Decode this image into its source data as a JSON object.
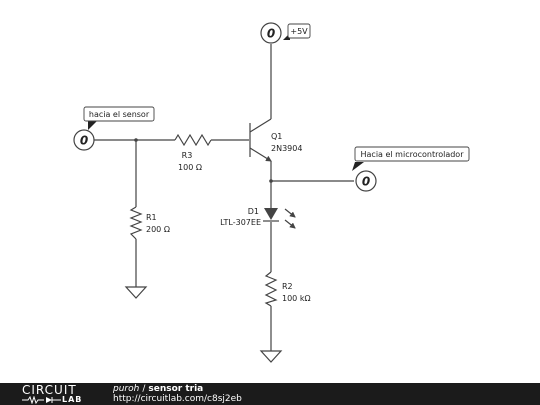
{
  "schematic": {
    "supply_label": "+5V",
    "sensor_label": "hacia el sensor",
    "micro_label": "Hacia el microcontrolador",
    "node_symbol": "0",
    "q1": {
      "ref": "Q1",
      "part": "2N3904"
    },
    "r3": {
      "ref": "R3",
      "value": "100 Ω"
    },
    "r1": {
      "ref": "R1",
      "value": "200 Ω"
    },
    "d1": {
      "ref": "D1",
      "part": "LTL-307EE"
    },
    "r2": {
      "ref": "R2",
      "value": "100 kΩ"
    }
  },
  "footer": {
    "logo_top": "CIRCUIT",
    "logo_bottom": "LAB",
    "author": "puroh",
    "separator": "/",
    "title": "sensor tria",
    "url": "http://circuitlab.com/c8sj2eb"
  }
}
